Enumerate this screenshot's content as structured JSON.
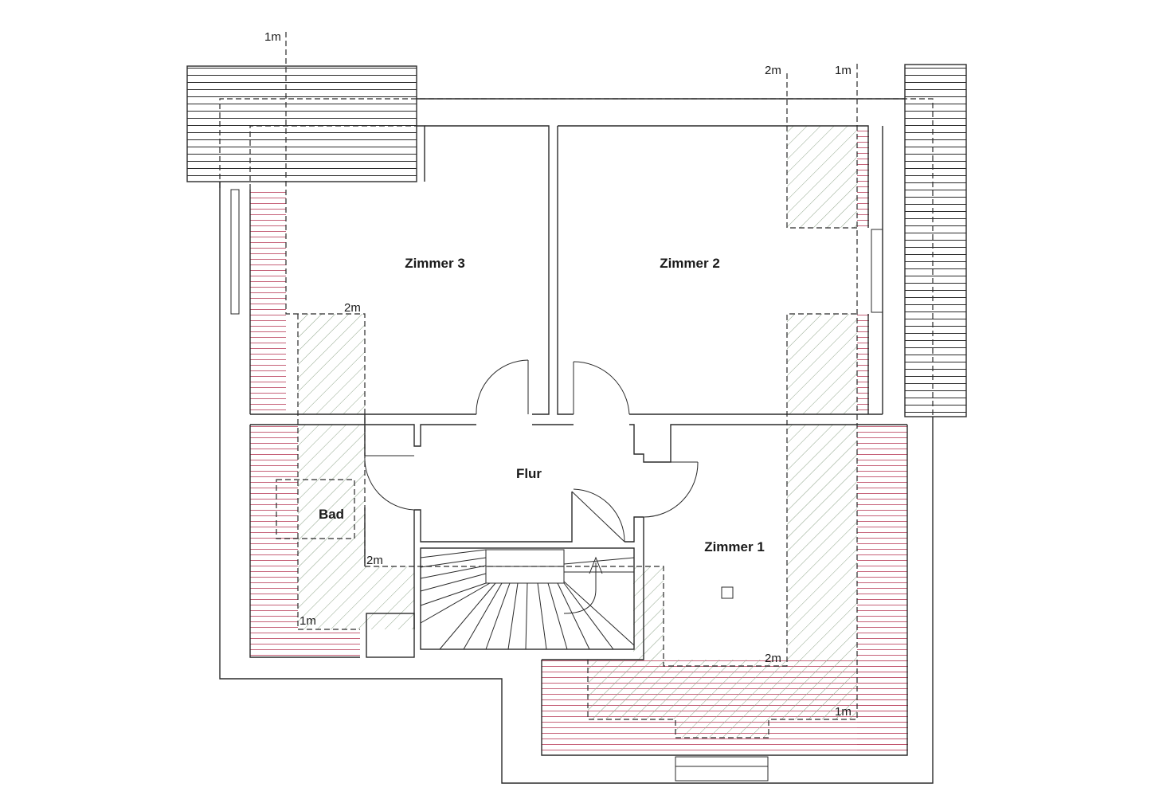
{
  "rooms": {
    "zimmer3": "Zimmer 3",
    "zimmer2": "Zimmer 2",
    "zimmer1": "Zimmer 1",
    "flur": "Flur",
    "bad": "Bad"
  },
  "height_marks": {
    "top_left_1m": "1m",
    "top_right_2m": "2m",
    "top_right_1m": "1m",
    "zimmer3_2m": "2m",
    "flur_2m": "2m",
    "bad_1m": "1m",
    "zimmer1_2m": "2m",
    "zimmer1_1m": "1m"
  },
  "colors": {
    "line": "#2a2a2a",
    "zone_low": "#c0506a",
    "zone_mid": "#8fa58a"
  }
}
